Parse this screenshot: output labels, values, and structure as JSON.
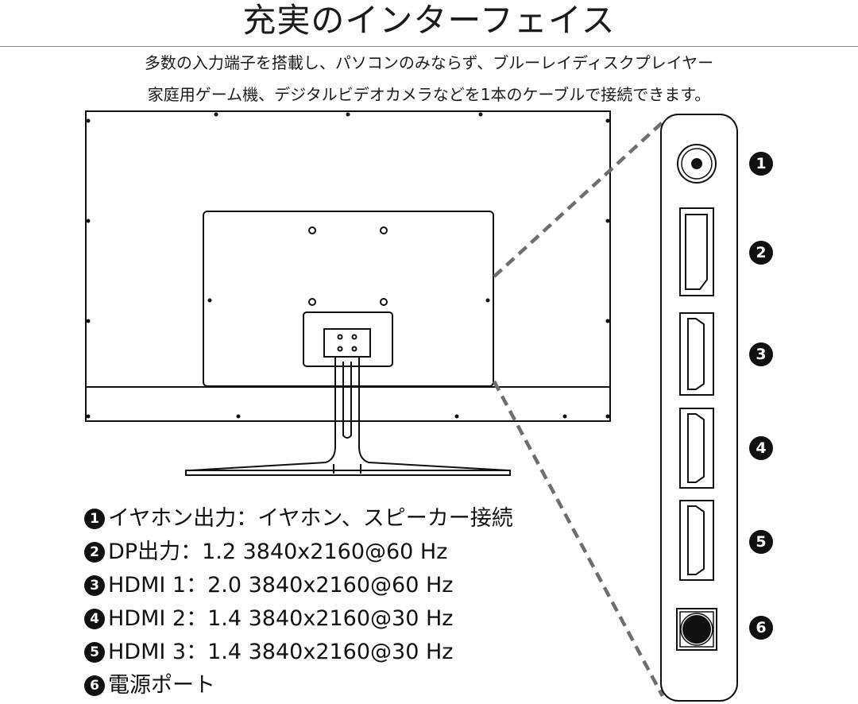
{
  "header": {
    "title": "充実のインターフェイス",
    "subtitle_line1": "多数の入力端子を搭載し、パソコンのみならず、ブルーレイディスクプレイヤー",
    "subtitle_line2": "家庭用ゲーム機、デジタルビデオカメラなどを1本のケーブルで接続できます。"
  },
  "ports": [
    {
      "number": "1",
      "icon": "audio-jack-icon",
      "label": "イヤホン出力：イヤホン、スピーカー接続"
    },
    {
      "number": "2",
      "icon": "displayport-icon",
      "label": "DP出力：1.2 3840x2160@60 Hz"
    },
    {
      "number": "3",
      "icon": "hdmi-port-icon",
      "label": "HDMI 1：2.0 3840x2160@60 Hz"
    },
    {
      "number": "4",
      "icon": "hdmi-port-icon",
      "label": "HDMI 2：1.4 3840x2160@30 Hz"
    },
    {
      "number": "5",
      "icon": "hdmi-port-icon",
      "label": "HDMI 3：1.4 3840x2160@30 Hz"
    },
    {
      "number": "6",
      "icon": "power-port-icon",
      "label": "電源ポート"
    }
  ],
  "colors": {
    "line": "#111111",
    "dash": "#6e6e6e",
    "text": "#111111"
  }
}
